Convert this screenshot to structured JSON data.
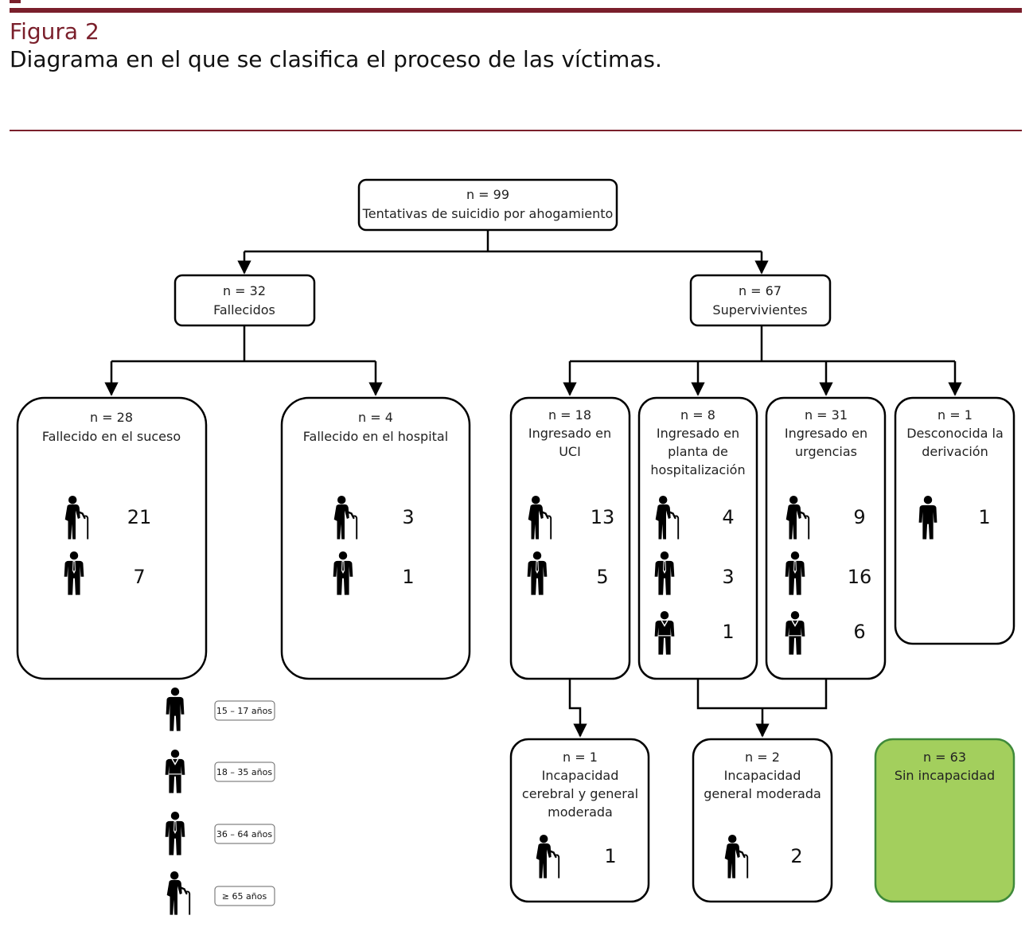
{
  "figure": {
    "label": "Figura 2",
    "caption": "Diagrama en el que se clasifica el proceso de las víctimas."
  },
  "colors": {
    "accent": "#7a1f2b",
    "no_disability_fill": "#a3cf5d",
    "no_disability_border": "#3f8a3a"
  },
  "nodes": {
    "root": {
      "n": "n = 99",
      "lines": [
        "Tentativas de suicidio por ahogamiento"
      ]
    },
    "deceased": {
      "n": "n = 32",
      "lines": [
        "Fallecidos"
      ]
    },
    "survivors": {
      "n": "n = 67",
      "lines": [
        "Supervivientes"
      ]
    },
    "died_event": {
      "n": "n = 28",
      "lines": [
        "Fallecido en el suceso"
      ]
    },
    "died_hospital": {
      "n": "n = 4",
      "lines": [
        "Fallecido en el hospital"
      ]
    },
    "icu": {
      "n": "n = 18",
      "lines": [
        "Ingresado en",
        "UCI"
      ]
    },
    "ward": {
      "n": "n = 8",
      "lines": [
        "Ingresado en",
        "planta de",
        "hospitalización"
      ]
    },
    "emergency": {
      "n": "n = 31",
      "lines": [
        "Ingresado en",
        "urgencias"
      ]
    },
    "unknown": {
      "n": "n = 1",
      "lines": [
        "Desconocida la",
        "derivación"
      ]
    },
    "brain_disability": {
      "n": "n = 1",
      "lines": [
        "Incapacidad",
        "cerebral y general",
        "moderada"
      ]
    },
    "general_disability": {
      "n": "n = 2",
      "lines": [
        "Incapacidad",
        "general moderada"
      ]
    },
    "no_disability": {
      "n": "n = 63",
      "lines": [
        "Sin incapacidad"
      ]
    }
  },
  "age_counts": {
    "died_event": [
      {
        "icon": "elderly-icon",
        "value": "21"
      },
      {
        "icon": "adult-icon",
        "value": "7"
      }
    ],
    "died_hospital": [
      {
        "icon": "elderly-icon",
        "value": "3"
      },
      {
        "icon": "adult-icon",
        "value": "1"
      }
    ],
    "icu": [
      {
        "icon": "elderly-icon",
        "value": "13"
      },
      {
        "icon": "adult-icon",
        "value": "5"
      }
    ],
    "ward": [
      {
        "icon": "elderly-icon",
        "value": "4"
      },
      {
        "icon": "adult-icon",
        "value": "3"
      },
      {
        "icon": "young-adult-icon",
        "value": "1"
      }
    ],
    "emergency": [
      {
        "icon": "elderly-icon",
        "value": "9"
      },
      {
        "icon": "adult-icon",
        "value": "16"
      },
      {
        "icon": "young-adult-icon",
        "value": "6"
      }
    ],
    "unknown": [
      {
        "icon": "teen-icon",
        "value": "1"
      }
    ],
    "brain_disability": [
      {
        "icon": "elderly-icon",
        "value": "1"
      }
    ],
    "general_disability": [
      {
        "icon": "elderly-icon",
        "value": "2"
      }
    ]
  },
  "legend": [
    {
      "icon": "teen-icon",
      "label": "15 – 17 años"
    },
    {
      "icon": "young-adult-icon",
      "label": "18 – 35 años"
    },
    {
      "icon": "adult-icon",
      "label": "36 – 64 años"
    },
    {
      "icon": "elderly-icon",
      "label": "≥ 65 años"
    }
  ]
}
